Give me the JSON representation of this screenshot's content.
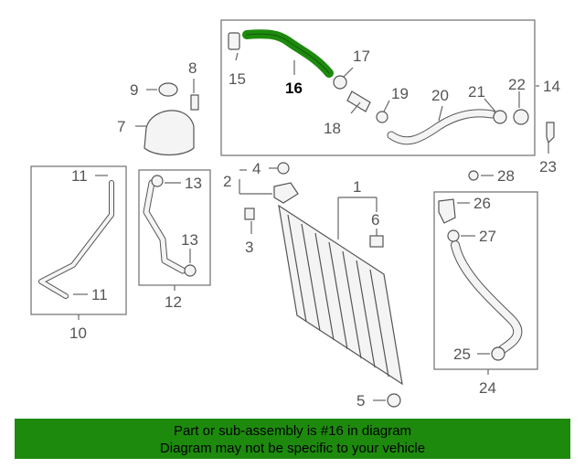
{
  "labels": {
    "l1": "1",
    "l2": "2",
    "l3": "3",
    "l4": "4",
    "l5": "5",
    "l6": "6",
    "l7": "7",
    "l8": "8",
    "l9": "9",
    "l10": "10",
    "l11a": "11",
    "l11b": "11",
    "l12": "12",
    "l13a": "13",
    "l13b": "13",
    "l14": "14",
    "l15": "15",
    "l16": "16",
    "l17": "17",
    "l18": "18",
    "l19": "19",
    "l20": "20",
    "l21": "21",
    "l22": "22",
    "l23": "23",
    "l24": "24",
    "l25": "25",
    "l26": "26",
    "l27": "27",
    "l28": "28"
  },
  "banner": {
    "line1": "Part or sub-assembly is #16 in diagram",
    "line2": "Diagram may not be specific to your vehicle"
  },
  "colors": {
    "highlight_part": "#1d8a0d",
    "banner_bg": "#1d8a0d"
  }
}
